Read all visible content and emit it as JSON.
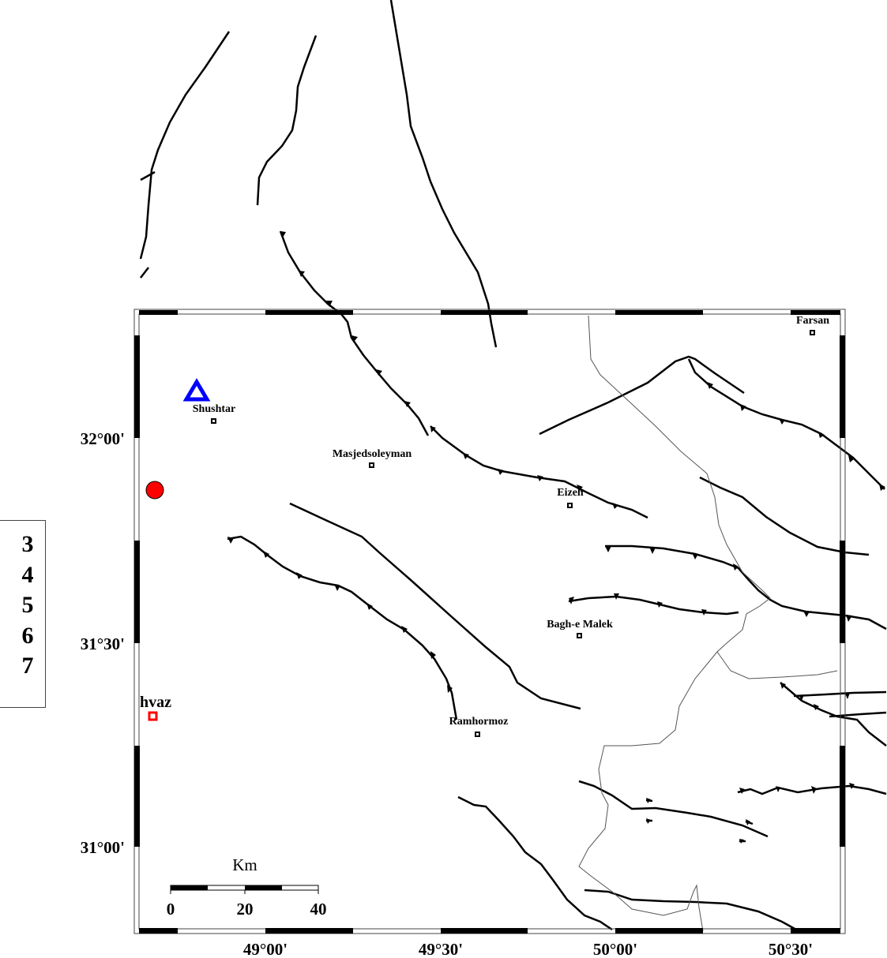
{
  "map": {
    "lon_labels": [
      "49°00'",
      "49°30'",
      "50°00'",
      "50°30'"
    ],
    "lat_labels": [
      "32°00'",
      "31°30'",
      "31°00'"
    ],
    "cities": [
      "Shushtar",
      "Masjedsoleyman",
      "Eizeh",
      "Bagh-e Malek",
      "Ramhormoz",
      "Farsan"
    ],
    "partial_city": "hvaz",
    "scale": {
      "unit": "Km",
      "ticks": [
        "0",
        "20",
        "40"
      ]
    },
    "legend_values": [
      "3",
      "4",
      "5",
      "6",
      "7"
    ],
    "colors": {
      "station": "#0000ff",
      "epicenter": "#ff0000",
      "capital": "#ff0000",
      "fault": "#000000",
      "coast": "#555555"
    }
  }
}
